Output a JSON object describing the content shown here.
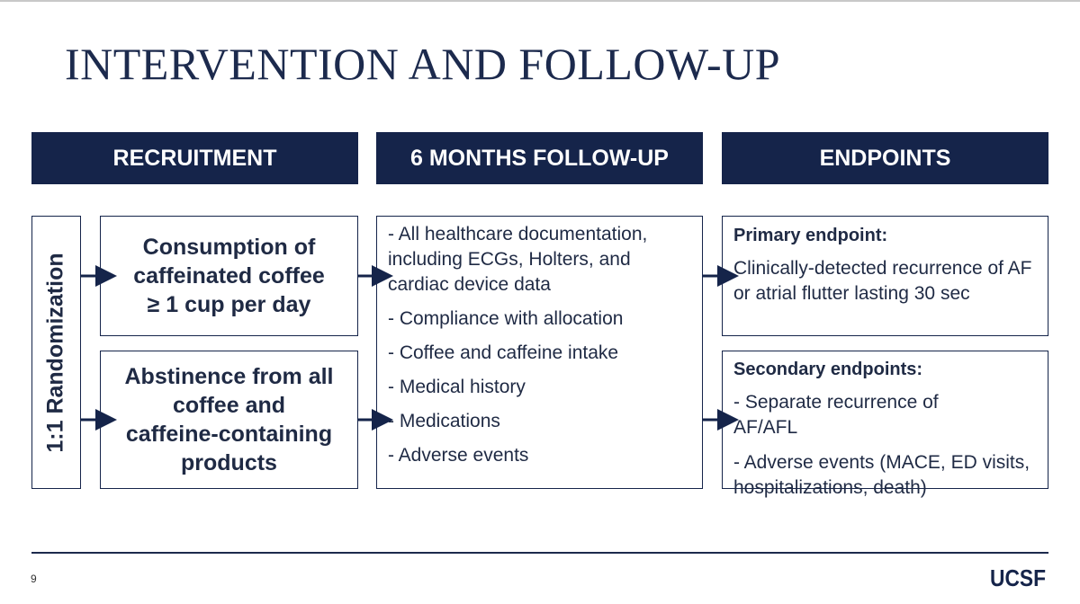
{
  "slide": {
    "title": "INTERVENTION AND FOLLOW-UP",
    "page_number": "9",
    "logo_text": "UCSF",
    "colors": {
      "navy": "#15244a",
      "text": "#1f2a44"
    }
  },
  "headers": {
    "recruitment": "RECRUITMENT",
    "follow_up": "6 MONTHS FOLLOW-UP",
    "endpoints": "ENDPOINTS"
  },
  "randomization": {
    "label": "1:1 Randomization"
  },
  "arms": {
    "coffee": "Consumption of\ncaffeinated coffee\n≥ 1 cup per day",
    "abstinence": "Abstinence from all\ncoffee and\ncaffeine-containing\nproducts"
  },
  "follow_up": {
    "items": [
      "- All healthcare documentation, including ECGs, Holters, and cardiac device data",
      "- Compliance with allocation",
      "- Coffee and caffeine intake",
      "- Medical history",
      "- Medications",
      "- Adverse events"
    ]
  },
  "endpoints": {
    "primary": {
      "heading": "Primary endpoint:",
      "text": "Clinically-detected recurrence of AF or atrial flutter lasting 30 sec"
    },
    "secondary": {
      "heading": "Secondary endpoints:",
      "items": [
        "- Separate recurrence of AF/AFL",
        "- Adverse events (MACE, ED visits, hospitalizations, death)"
      ]
    }
  }
}
